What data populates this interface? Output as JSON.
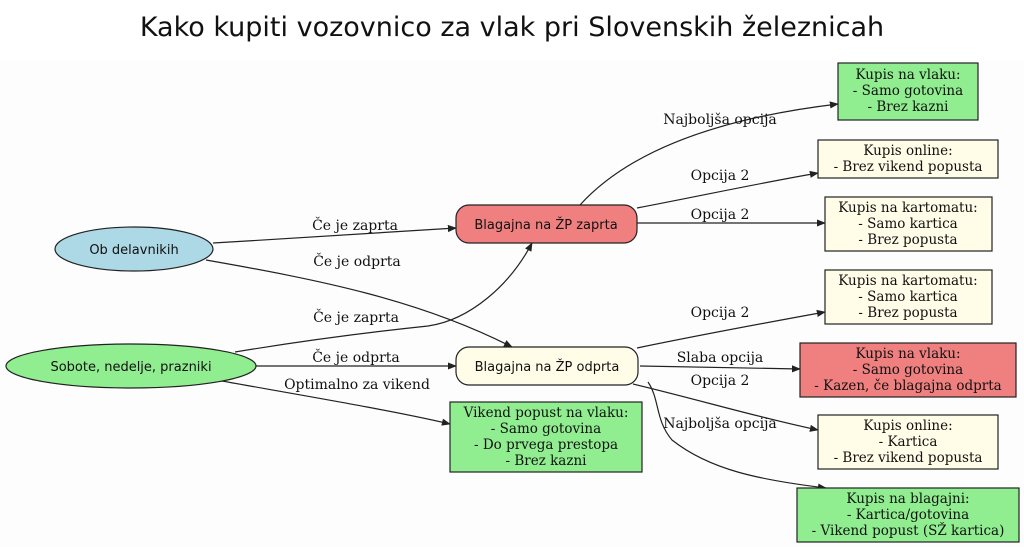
{
  "title": "Kako kupiti vozovnico za vlak pri Slovenskih železnicah",
  "colors": {
    "blue": "#add8e6",
    "green": "#90ee90",
    "red": "#f08080",
    "cream": "#fffde7",
    "stroke": "#222222"
  },
  "nodes": {
    "weekdays": "Ob delavnikih",
    "weekends": "Sobote, nedelje, prazniki",
    "counter_closed": "Blagajna na ŽP zaprta",
    "counter_open": "Blagajna na ŽP odprta",
    "onboard_best": [
      "Kupis na vlaku:",
      "- Samo gotovina",
      "- Brez kazni"
    ],
    "online_closed": [
      "Kupis online:",
      "- Brez vikend popusta"
    ],
    "kiosk_closed": [
      "Kupis na kartomatu:",
      "- Samo kartica",
      "- Brez popusta"
    ],
    "kiosk_open": [
      "Kupis na kartomatu:",
      "- Samo kartica",
      "- Brez popusta"
    ],
    "onboard_bad": [
      "Kupis na vlaku:",
      "- Samo gotovina",
      "- Kazen, če blagajna odprta"
    ],
    "online_open": [
      "Kupis online:",
      "- Kartica",
      "- Brez vikend popusta"
    ],
    "counter_buy": [
      "Kupis na blagajni:",
      "- Kartica/gotovina",
      "- Vikend popust (SŽ kartica)"
    ],
    "weekend_discount": [
      "Vikend popust na vlaku:",
      "- Samo gotovina",
      "- Do prvega prestopa",
      "- Brez kazni"
    ]
  },
  "edges": {
    "wd_closed": "Če je zaprta",
    "wd_open": "Če je odprta",
    "we_closed": "Če je zaprta",
    "we_open": "Če je odprta",
    "we_optimal": "Optimalno za vikend",
    "closed_onboard": "Najboljša opcija",
    "closed_online": "Opcija 2",
    "closed_kiosk": "Opcija 2",
    "open_kiosk": "Opcija 2",
    "open_onboard": "Slaba opcija",
    "open_online": "Opcija 2",
    "open_counter": "Najboljša opcija"
  }
}
